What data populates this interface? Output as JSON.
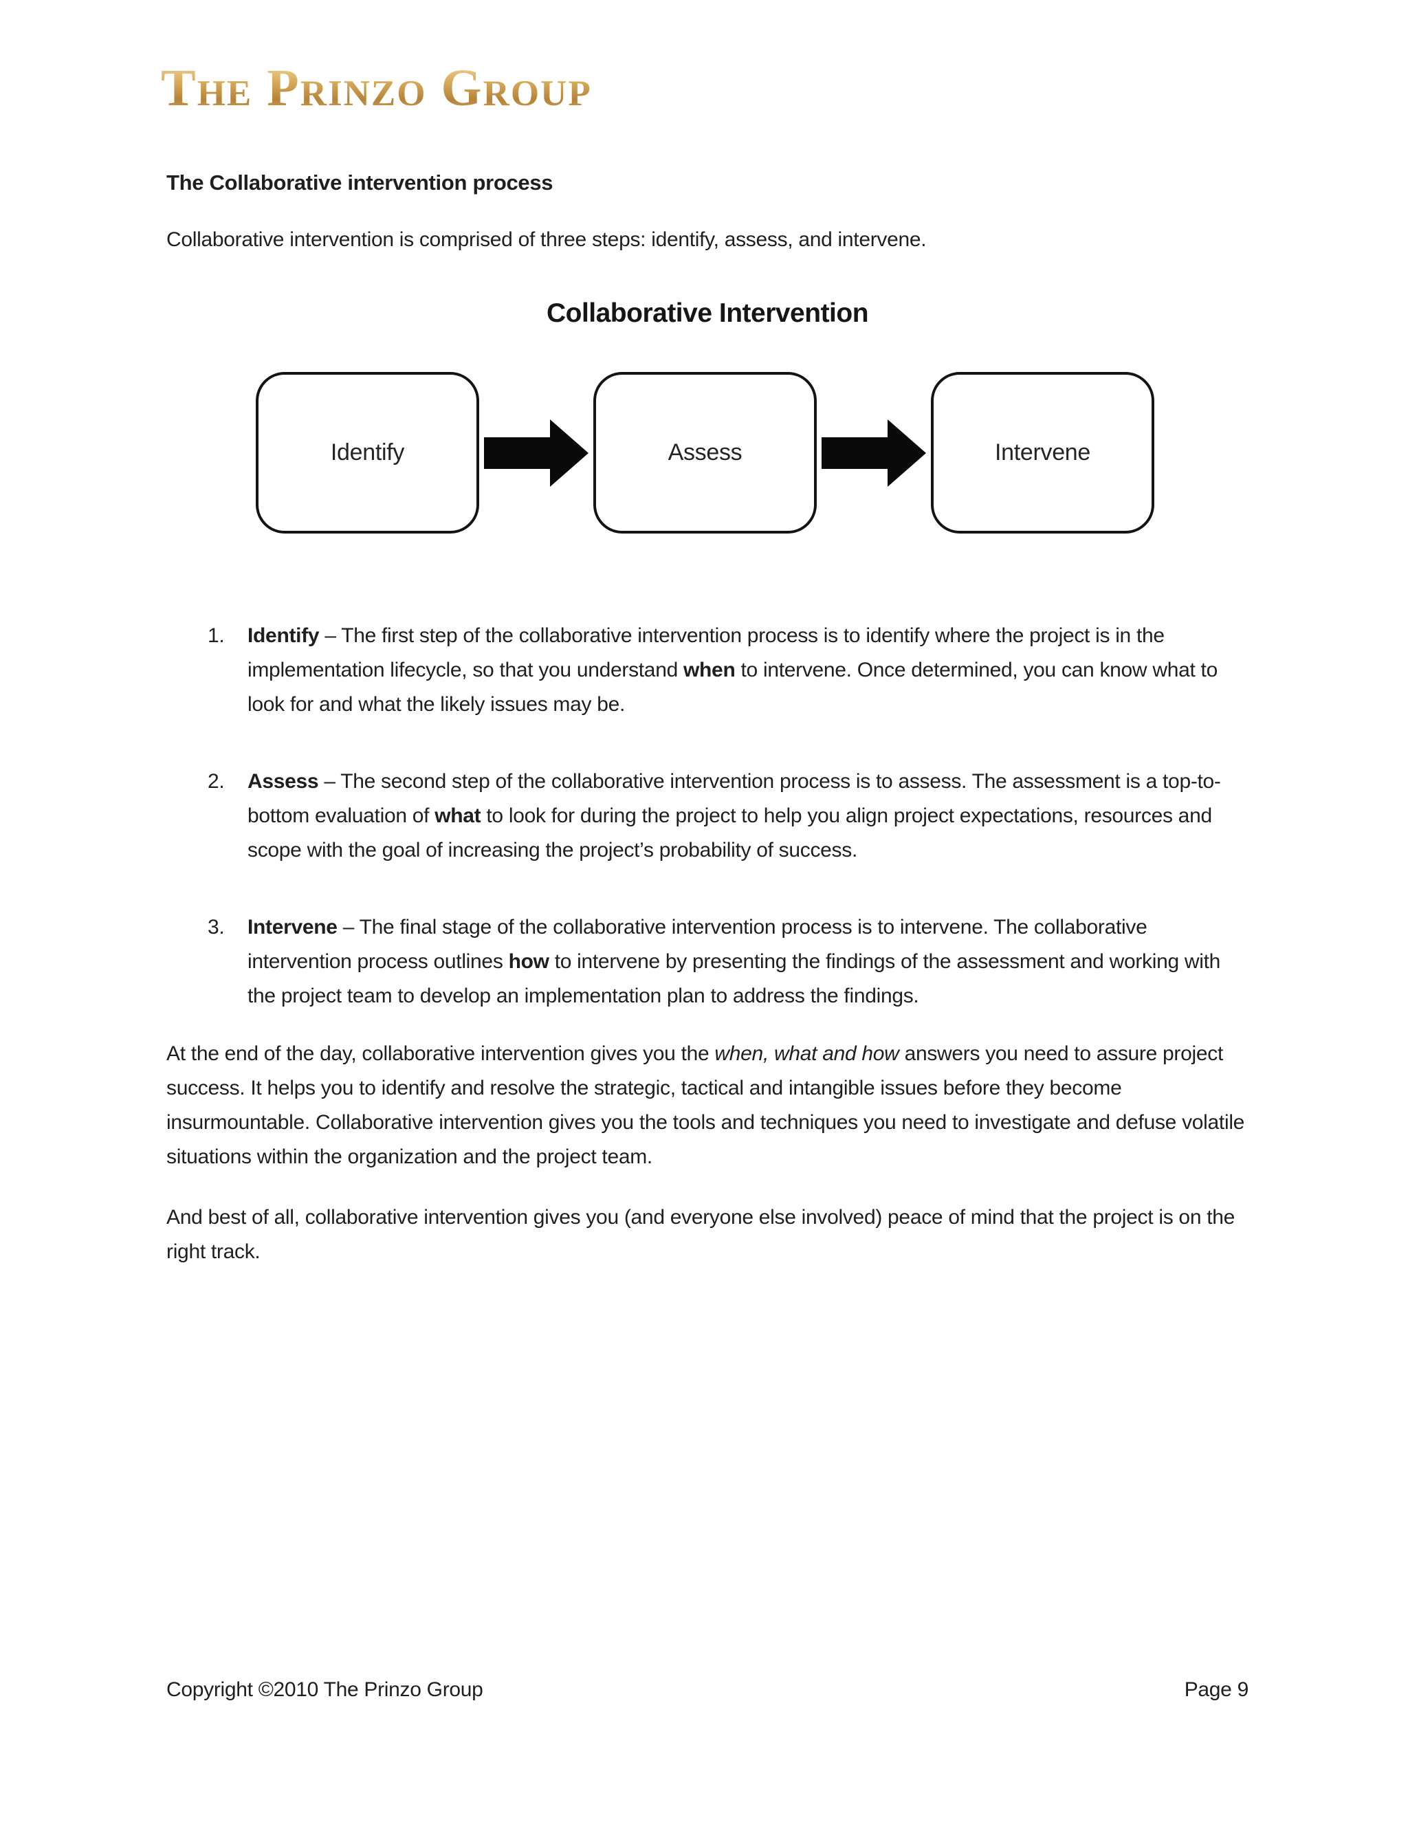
{
  "logo": {
    "text": "The Prinzo Group"
  },
  "content": {
    "heading": "The Collaborative intervention process",
    "intro": "Collaborative intervention is comprised of three steps: identify, assess, and intervene.",
    "items": [
      {
        "number": "1.",
        "runs": [
          {
            "t": "Identify",
            "b": true
          },
          {
            "t": " – The first step of the collaborative intervention process is to identify where the project is in the implementation lifecycle, so that you understand "
          },
          {
            "t": "when",
            "b": true
          },
          {
            "t": " to intervene. Once determined, you can know what to look for and what the likely issues may be."
          }
        ]
      },
      {
        "number": "2.",
        "runs": [
          {
            "t": "Assess",
            "b": true
          },
          {
            "t": " – The second step of the collaborative intervention process is to assess. The assessment is a top-to-bottom evaluation of "
          },
          {
            "t": "what",
            "b": true
          },
          {
            "t": " to look for during the project to help you align project expectations, resources and scope with the goal of increasing the project’s probability of success."
          }
        ]
      },
      {
        "number": "3.",
        "runs": [
          {
            "t": "Intervene",
            "b": true
          },
          {
            "t": " – The final stage of the collaborative intervention process is to intervene. The collaborative intervention process outlines "
          },
          {
            "t": "how",
            "b": true
          },
          {
            "t": " to intervene by presenting the findings of the assessment and working with the project team to develop an implementation plan to address the findings."
          }
        ]
      }
    ],
    "paragraphs": [
      {
        "runs": [
          {
            "t": "At the end of the day, collaborative intervention gives you the "
          },
          {
            "t": "when, what and how",
            "i": true
          },
          {
            "t": " answers you need to assure project success. It helps you to identify and resolve the strategic, tactical and intangible issues before they become insurmountable. Collaborative intervention gives you the tools and techniques you need to investigate and defuse volatile situations within the organization and the project team."
          }
        ]
      },
      {
        "runs": [
          {
            "t": "And best of all, collaborative intervention gives you (and everyone else involved) peace of mind that the project is on the right track."
          }
        ]
      }
    ]
  },
  "diagram": {
    "title": "Collaborative Intervention",
    "steps": [
      "Identify",
      "Assess",
      "Intervene"
    ],
    "box_border_color": "#141414",
    "arrow_color": "#0a0a0a"
  },
  "footer": {
    "copyright": "Copyright ©2010 The Prinzo Group",
    "page": "Page 9"
  },
  "colors": {
    "logo_gold": "#d8ab5c",
    "text": "#1f1f1f",
    "background": "#ffffff"
  }
}
